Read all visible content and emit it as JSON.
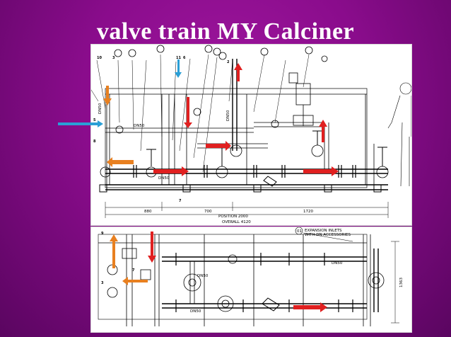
{
  "slide": {
    "title": "valve train MY Calciner",
    "background": "#8a0c8c",
    "title_color": "#ffffff"
  },
  "top_drawing": {
    "line_sizes": [
      "DN50",
      "DN50",
      "DN50",
      "DN50"
    ],
    "dimensions": [
      "880",
      "700",
      "1720"
    ],
    "dimension_captions": [
      "POSITION 2000",
      "OVERALL 4120"
    ],
    "item_numbers": [
      "10",
      "3",
      "11",
      "6",
      "2",
      "5",
      "8",
      "7"
    ]
  },
  "bottom_drawing": {
    "line_sizes": [
      "DN50",
      "DN50",
      "DN50"
    ],
    "note_marker": "01",
    "note_text": [
      "EXPANSION INLETS",
      "WITH DN ACCESSORIES"
    ],
    "item_numbers": [
      "9",
      "3",
      "7"
    ],
    "dimension": "1363"
  },
  "colors": {
    "flow_arrow_red": "#e02020",
    "flow_arrow_orange": "#e88020",
    "flow_arrow_blue": "#2a9fd6"
  }
}
